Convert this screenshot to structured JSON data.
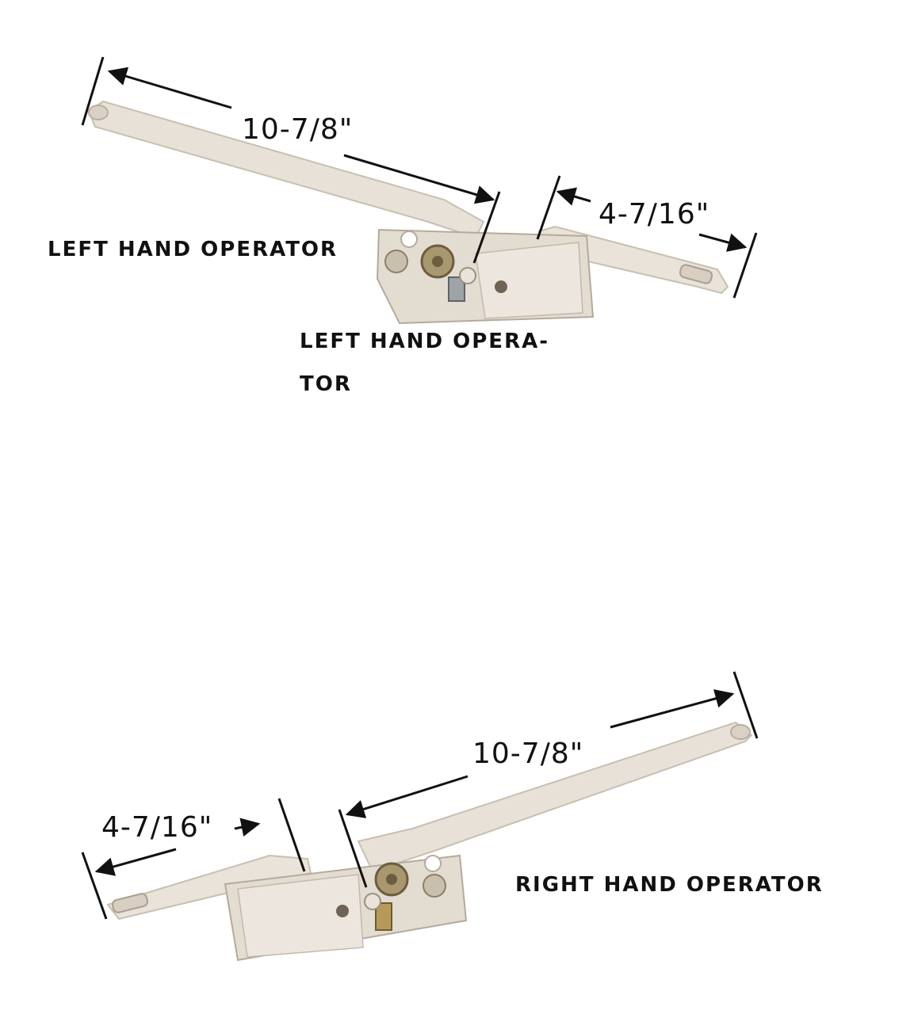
{
  "top_operator": {
    "side_label": "LEFT HAND OPERATOR",
    "caption_line1": "LEFT HAND OPERA-",
    "caption_line2": "TOR",
    "long_arm_dimension": "10-7/8\"",
    "short_arm_dimension": "4-7/16\""
  },
  "bottom_operator": {
    "side_label": "RIGHT HAND OPERATOR",
    "long_arm_dimension": "10-7/8\"",
    "short_arm_dimension": "4-7/16\""
  },
  "colors": {
    "metal": "#e7e1d8",
    "metal_shade": "#cfc6ba",
    "metal_edge": "#b9ae9f",
    "gear": "#8e7f60",
    "line": "#111111"
  }
}
